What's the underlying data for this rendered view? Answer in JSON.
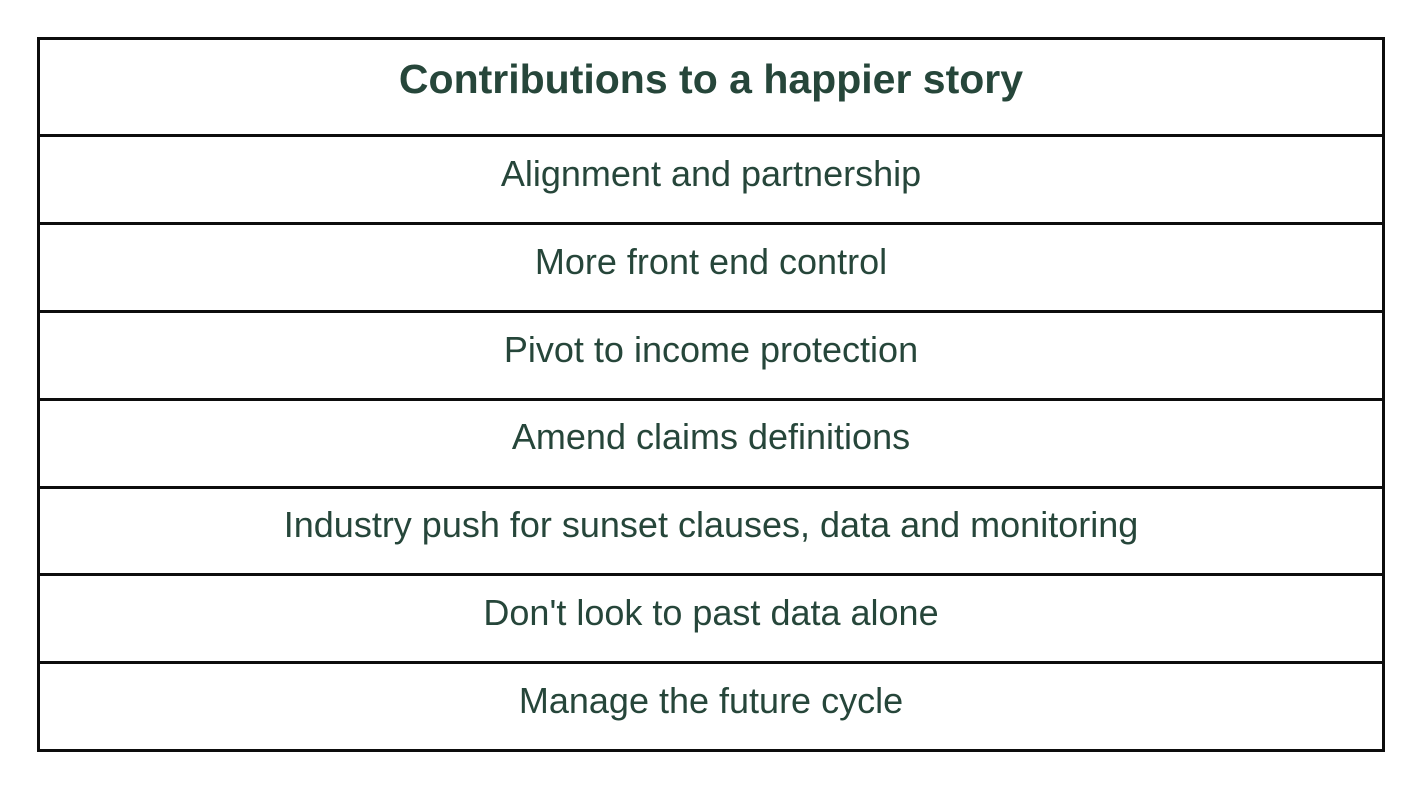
{
  "table": {
    "title": "Contributions to a happier story",
    "rows": [
      "Alignment and partnership",
      "More front end control",
      "Pivot to income protection",
      "Amend claims definitions",
      "Industry push for sunset clauses, data and monitoring",
      "Don't look to past data alone",
      "Manage the future cycle"
    ]
  },
  "colors": {
    "text": "#26463a",
    "border": "#0d0d0d",
    "background": "#ffffff"
  }
}
